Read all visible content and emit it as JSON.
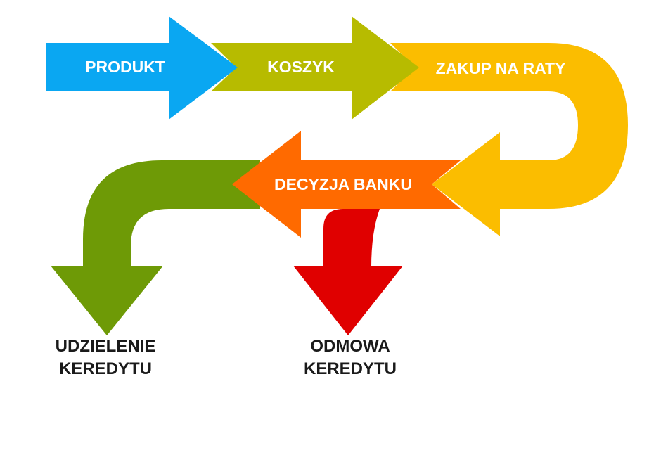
{
  "steps": {
    "produkt": {
      "label": "PRODUKT",
      "color": "#0aa7f2"
    },
    "koszyk": {
      "label": "KOSZYK",
      "color": "#b7bb00"
    },
    "zakup": {
      "label": "ZAKUP NA RATY",
      "color": "#fbbd00"
    },
    "decyzja": {
      "label": "DECYZJA BANKU",
      "color": "#ff6a00"
    }
  },
  "outcomes": {
    "approved": {
      "line1": "UDZIELENIE",
      "line2": "KEREDYTU",
      "color": "#6e9a06"
    },
    "rejected": {
      "line1": "ODMOWA",
      "line2": "KEREDYTU",
      "color": "#e00000"
    }
  }
}
